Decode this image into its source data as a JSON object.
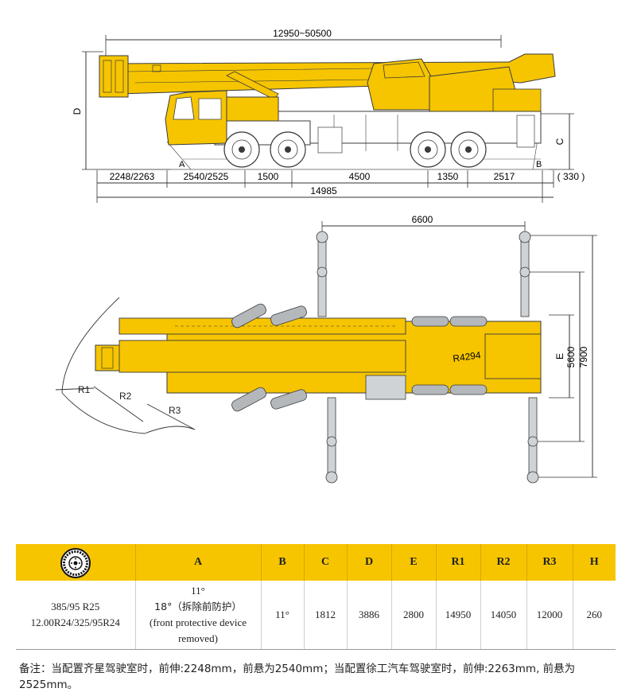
{
  "side_view": {
    "dim_total_boom": "12950~50500",
    "dim_segments": [
      "2248/2263",
      "2540/2525",
      "1500",
      "4500",
      "1350",
      "2517"
    ],
    "dim_rear": "( 330 )",
    "dim_overall": "14985",
    "label_D": "D",
    "label_C": "C",
    "label_A": "A",
    "label_B": "B"
  },
  "top_view": {
    "dim_outrigger_span": "6600",
    "dim_E": "E",
    "dim_5600": "5600",
    "dim_7900": "7900",
    "label_R4294": "R4294",
    "label_R1": "R1",
    "label_R2": "R2",
    "label_R3": "R3"
  },
  "table": {
    "icon": "tire-icon",
    "headers": [
      "",
      "A",
      "B",
      "C",
      "D",
      "E",
      "R1",
      "R2",
      "R3",
      "H"
    ],
    "tires": [
      "385/95 R25",
      "12.00R24/325/95R24"
    ],
    "a_lines": [
      "11°",
      "18°（拆除前防护）",
      "(front protective device",
      "removed)"
    ],
    "values": [
      "11°",
      "1812",
      "3886",
      "2800",
      "14950",
      "14050",
      "12000",
      "260"
    ]
  },
  "footnote": "备注：当配置齐星驾驶室时，前伸:2248mm，前悬为2540mm；当配置徐工汽车驾驶室时，前伸:2263mm, 前悬为2525mm。",
  "colors": {
    "crane_yellow": "#f6c500",
    "outline": "#3a3a3a",
    "tire": "#777777"
  }
}
